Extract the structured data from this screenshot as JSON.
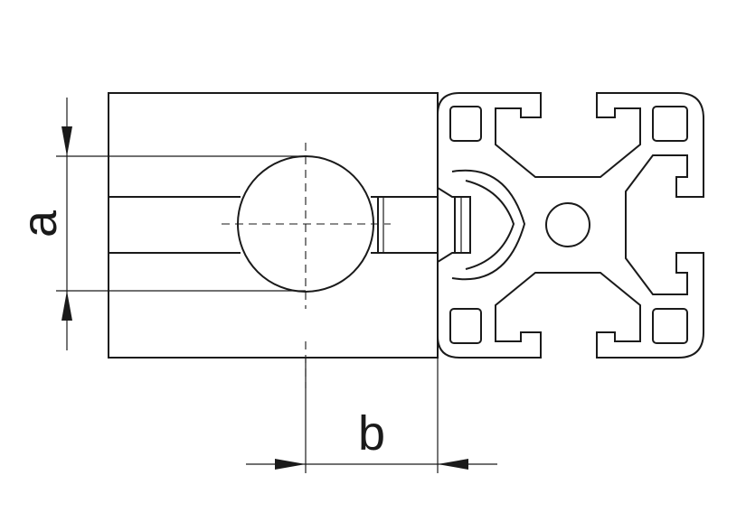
{
  "diagram": {
    "dimensions": [
      {
        "id": "a",
        "label": "a"
      },
      {
        "id": "b",
        "label": "b"
      }
    ]
  }
}
